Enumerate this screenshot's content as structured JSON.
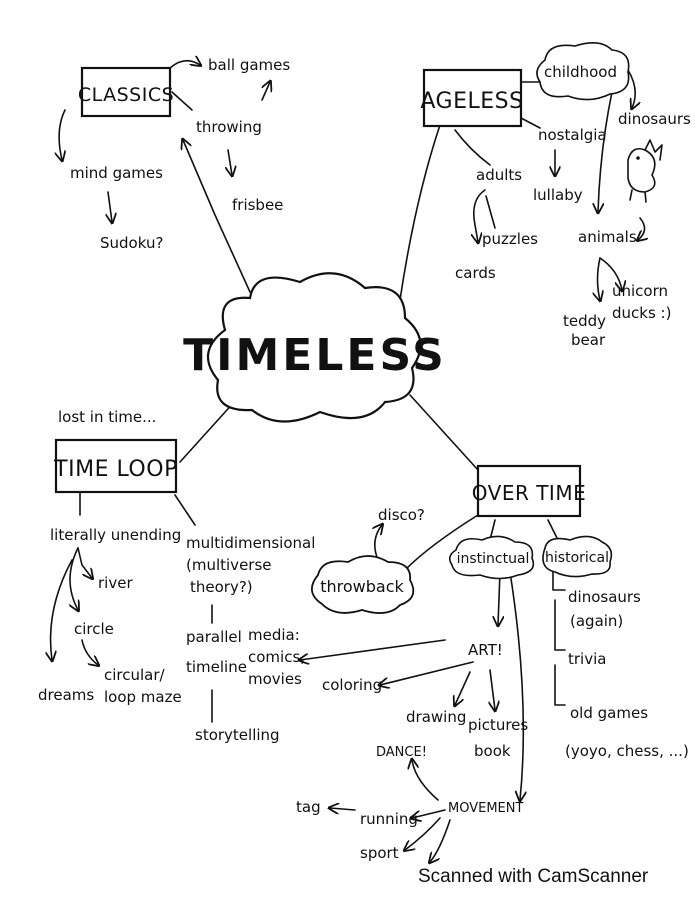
{
  "center": "TIMELESS",
  "branches": {
    "classics": {
      "label": "CLASSICS",
      "items": [
        "ball games",
        "throwing",
        "frisbee",
        "mind games",
        "Sudoku?"
      ]
    },
    "ageless": {
      "label": "AGELESS",
      "items": [
        "childhood",
        "nostalgia",
        "dinosaurs",
        "adults",
        "puzzles",
        "cards",
        "lullaby",
        "animals",
        "unicorn",
        "ducks :)",
        "teddy",
        "bear"
      ]
    },
    "time_loop": {
      "note": "lost in time...",
      "label": "TIME LOOP",
      "items": [
        "literally unending",
        "river",
        "circle",
        "dreams",
        "circular/",
        "loop maze",
        "multidimensional",
        "(multiverse",
        "theory?)",
        "parallel",
        "timeline",
        "media:",
        "comics,",
        "movies",
        "storytelling"
      ]
    },
    "over_time": {
      "label": "OVER TIME",
      "throwback": "throwback",
      "disco": "disco?",
      "instinctual": "instinctual",
      "historical": "historical",
      "historical_items": [
        "dinosaurs",
        "(again)",
        "trivia",
        "old games",
        "(yoyo, chess, ...)"
      ],
      "art_items": [
        "ART!",
        "coloring",
        "drawing",
        "pictures",
        "book",
        "DANCE!",
        "MOVEMENT",
        "running",
        "tag",
        "sport"
      ]
    }
  },
  "watermark": "Scanned with CamScanner"
}
